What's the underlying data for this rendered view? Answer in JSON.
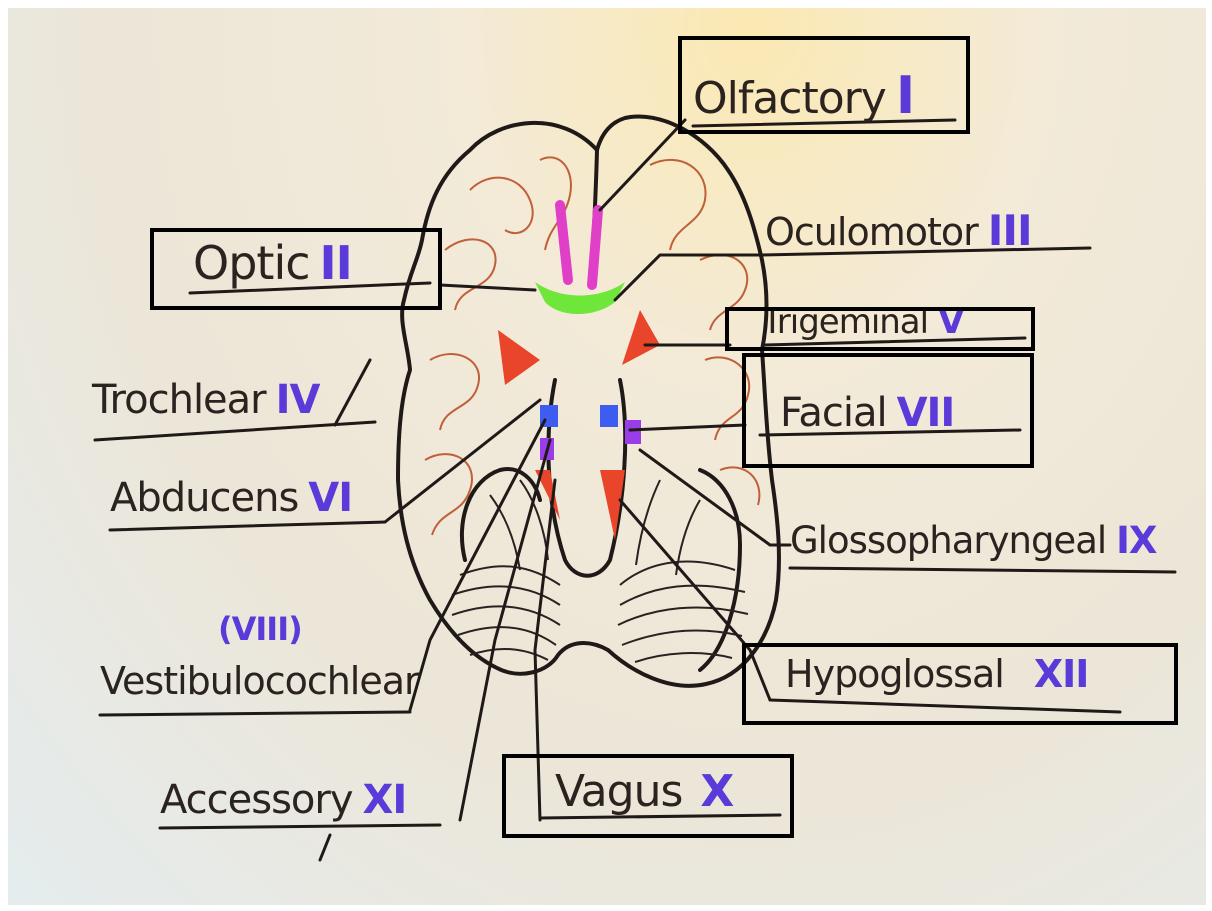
{
  "colors": {
    "ink": "#2b2320",
    "roman_numeral": "#5a3ad8",
    "olfactory_tract": "#e040c8",
    "optic_chiasm": "#6ee63a",
    "nerve_red": "#e8452a",
    "nerve_blue": "#3d5cf0",
    "nerve_purple": "#9a3ce8",
    "box_border": "#000000"
  },
  "labels": {
    "olfactory": {
      "name": "Olfactory",
      "num": "I"
    },
    "optic": {
      "name": "Optic",
      "num": "II"
    },
    "oculomotor": {
      "name": "Oculomotor",
      "num": "III"
    },
    "trochlear": {
      "name": "Trochlear",
      "num": "IV"
    },
    "trigeminal": {
      "name": "Trigeminal",
      "num": "V"
    },
    "abducens": {
      "name": "Abducens",
      "num": "VI"
    },
    "facial": {
      "name": "Facial",
      "num": "VII"
    },
    "vestibulocochlear": {
      "name": "Vestibulocochlear",
      "num": "(VIII)"
    },
    "glossopharyngeal": {
      "name": "Glossopharyngeal",
      "num": "IX"
    },
    "vagus": {
      "name": "Vagus",
      "num": "X"
    },
    "accessory": {
      "name": "Accessory",
      "num": "XI"
    },
    "hypoglossal": {
      "name": "Hypoglossal",
      "num": "XII"
    }
  }
}
